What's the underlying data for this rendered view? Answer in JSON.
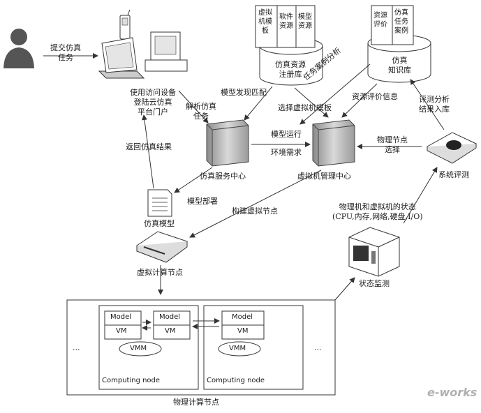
{
  "labels": {
    "submit_task": "提交仿真\n任务",
    "portal": "使用访问设备\n登陆云仿真\n平台门户",
    "parse_task": "解析仿真\n任务",
    "return_result": "返回仿真结果",
    "model_match": "模型发现匹配",
    "case_analysis": "任务案例分析",
    "select_template": "选择虚拟机模板",
    "eval_info": "资源评价信息",
    "eval_store": "评测分析\n结果入库",
    "model_run": "模型运行",
    "env_need": "环境需求",
    "sim_center": "仿真服务中心",
    "vm_center": "虚拟机管理中心",
    "phys_select": "物理节点\n选择",
    "sys_eval": "系统评测",
    "model_deploy": "模型部署",
    "build_vnode": "构建虚拟节点",
    "sim_model": "仿真模型",
    "vnode": "虚拟计算节点",
    "status": "物理机和虚拟机的状态\n(CPU,内存,网络,硬盘,I/O)",
    "monitor": "状态监测",
    "phys_nodes": "物理计算节点",
    "dots_left": "...",
    "dots_right": "..."
  },
  "registry": {
    "cells": [
      "虚拟\n机模\n板",
      "软件\n资源",
      "模型\n资源"
    ],
    "name": "仿真资源\n注册库"
  },
  "knowledge": {
    "cells": [
      "资源\n评价",
      "仿真\n任务\n案例"
    ],
    "name": "仿真\n知识库"
  },
  "nodes": [
    {
      "model1": "Model",
      "model2": "Model",
      "vm1": "VM",
      "vm2": "VM",
      "vmm": "VMM",
      "caption": "Computing node"
    },
    {
      "model1": "Model",
      "vm1": "VM",
      "vmm": "VMM",
      "caption": "Computing node"
    }
  ],
  "watermark": "e-works"
}
